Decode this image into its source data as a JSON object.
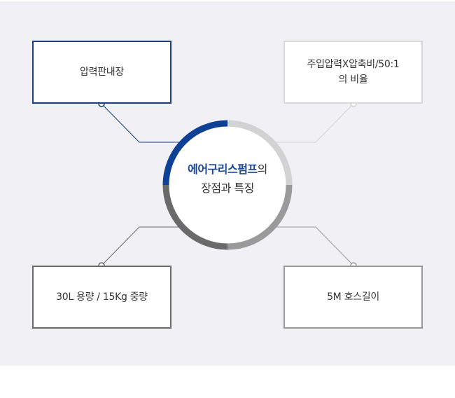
{
  "center": {
    "highlight": "에어구리스펌프",
    "line1_rest": "의",
    "line2": "장점과 특징"
  },
  "features": [
    {
      "lines": [
        "압력판내장"
      ]
    },
    {
      "lines": [
        "주입압력X압축비/50:1",
        "의 비율"
      ]
    },
    {
      "lines": [
        "30L 용량 / 15Kg 중량"
      ]
    },
    {
      "lines": [
        "5M 호스길이"
      ]
    }
  ],
  "colors": {
    "navy": "#0e4096",
    "light_gray": "#d2d2d2",
    "mid_gray": "#9a9a9a",
    "dark_gray": "#6a6a6a",
    "background": "#f1f1f5"
  }
}
